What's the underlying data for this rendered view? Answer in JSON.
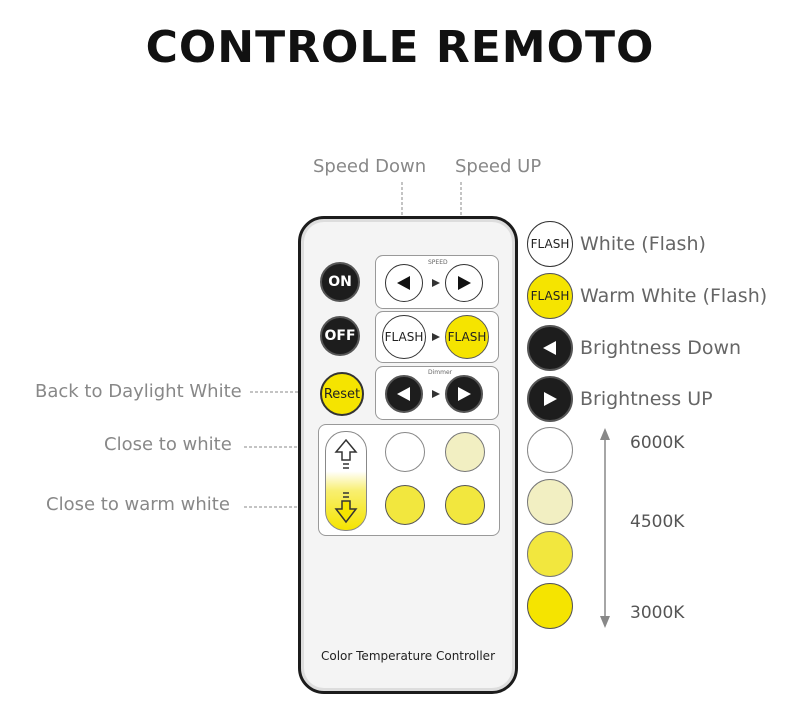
{
  "title": "CONTROLE REMOTO",
  "labels": {
    "speed_down": "Speed Down",
    "speed_up": "Speed UP",
    "back_daylight": "Back to Daylight White",
    "close_white": "Close to white",
    "close_warm": "Close to warm white",
    "white_flash": "White (Flash)",
    "warm_white_flash": "Warm White (Flash)",
    "brightness_down": "Brightness Down",
    "brightness_up": "Brightness UP",
    "k6000": "6000K",
    "k4500": "4500K",
    "k3000": "3000K"
  },
  "remote": {
    "on": "ON",
    "off": "OFF",
    "reset": "Reset",
    "speed": "SPEED",
    "dimmer": "Dimmer",
    "flash": "FLASH",
    "footer": "Color Temperature Controller"
  },
  "colors": {
    "yellow": "#f5e400",
    "dark": "#1d1d1d",
    "cream": "#f2efc2"
  }
}
